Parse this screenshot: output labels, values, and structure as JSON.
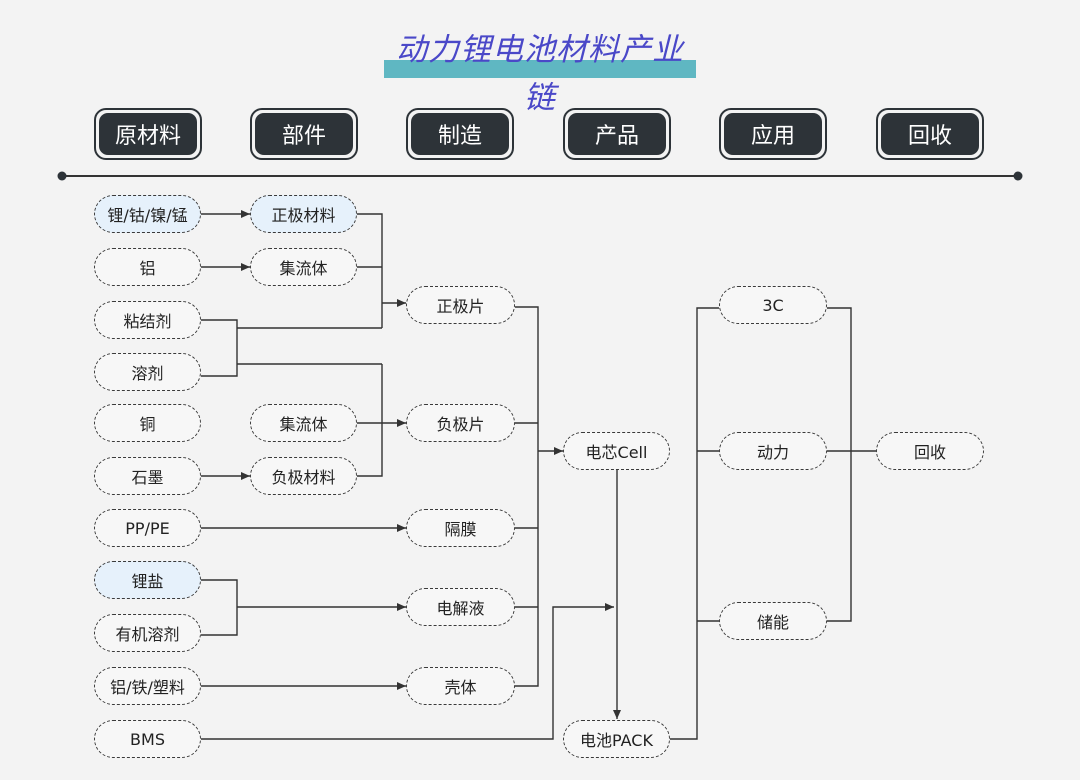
{
  "title": "动力锂电池材料产业链",
  "stages": [
    "原材料",
    "部件",
    "制造",
    "产品",
    "应用",
    "回收"
  ],
  "raw_materials": {
    "lithium_cobalt_nickel_manganese": "锂/钴/镍/锰",
    "aluminum": "铝",
    "binder": "粘结剂",
    "solvent": "溶剂",
    "copper": "铜",
    "graphite": "石墨",
    "pp_pe": "PP/PE",
    "lithium_salt": "锂盐",
    "organic_solvent": "有机溶剂",
    "al_fe_plastic": "铝/铁/塑料",
    "bms": "BMS"
  },
  "components": {
    "cathode_material": "正极材料",
    "current_collector_1": "集流体",
    "current_collector_2": "集流体",
    "anode_material": "负极材料"
  },
  "manufacturing": {
    "cathode_sheet": "正极片",
    "anode_sheet": "负极片",
    "separator": "隔膜",
    "electrolyte": "电解液",
    "casing": "壳体"
  },
  "products": {
    "cell": "电芯Cell",
    "pack": "电池PACK"
  },
  "applications": {
    "consumer_3c": "3C",
    "power": "动力",
    "energy_storage": "储能"
  },
  "recycling": {
    "recycle": "回收"
  }
}
